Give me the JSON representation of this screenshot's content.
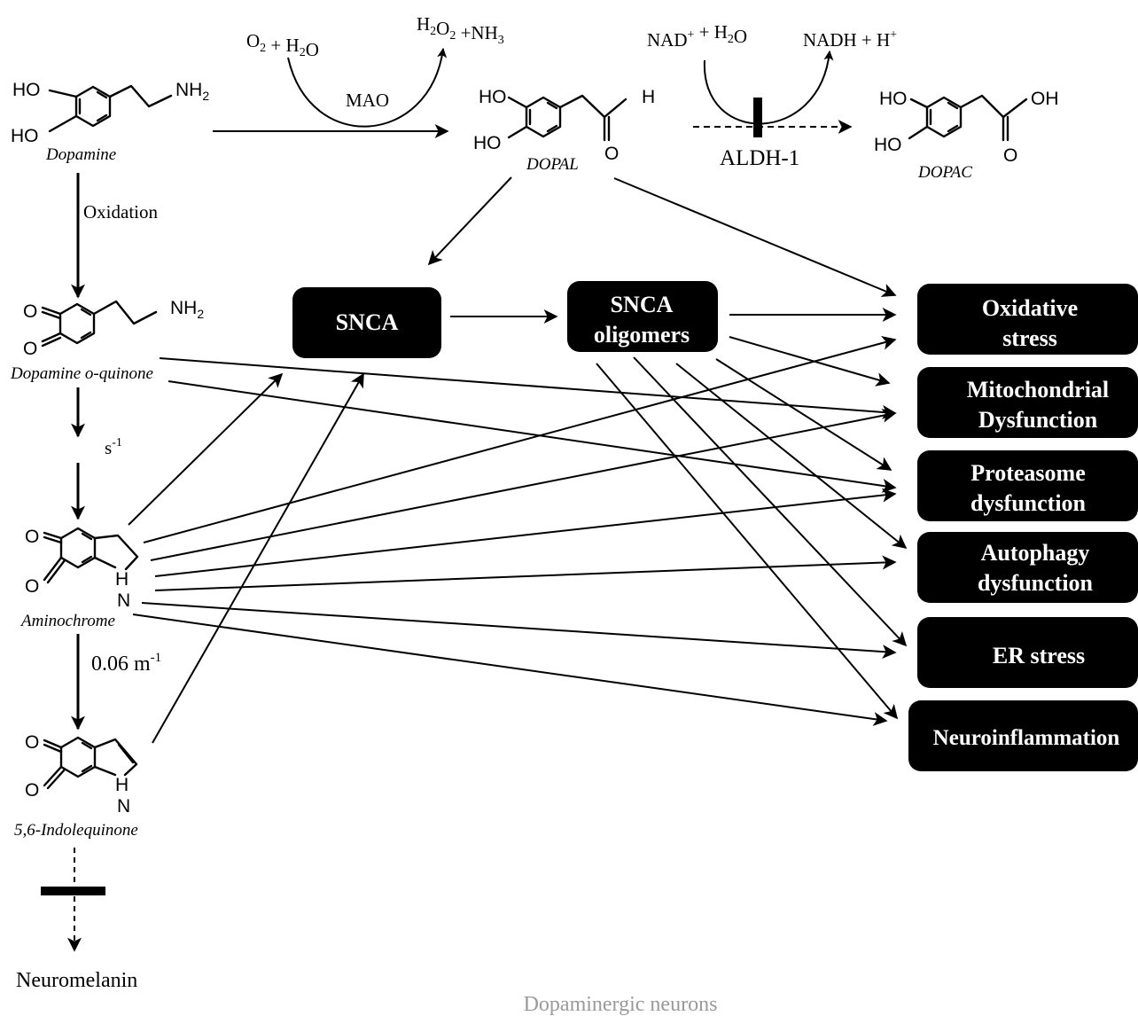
{
  "compounds": {
    "dopamine": "Dopamine",
    "dopal": "DOPAL",
    "dopac": "DOPAC",
    "dopamine_oquinone": "Dopamine o-quinone",
    "aminochrome": "Aminochrome",
    "indolequinone": "5,6-Indolequinone",
    "neuromelanin": "Neuromelanin"
  },
  "reactions": {
    "mao": "MAO",
    "mao_in": "O2 + H2O",
    "mao_out": "H2O2 +NH3",
    "aldh": "ALDH-1",
    "aldh_in": "NAD+ + H2O",
    "aldh_out": "NADH + H+",
    "oxidation": "Oxidation",
    "rate1": "s-1",
    "rate2": "0.06 m-1"
  },
  "atoms": {
    "ho": "HO",
    "nh2": "NH2",
    "h": "H",
    "oh": "OH",
    "o": "O",
    "n": "N"
  },
  "boxes": {
    "snca": "SNCA",
    "snca_oligomers_1": "SNCA",
    "snca_oligomers_2": "oligomers",
    "oxidative_1": "Oxidative",
    "oxidative_2": "stress",
    "mito_1": "Mitochondrial",
    "mito_2": "Dysfunction",
    "proteasome_1": "Proteasome",
    "proteasome_2": "dysfunction",
    "autophagy_1": "Autophagy",
    "autophagy_2": "dysfunction",
    "er": "ER stress",
    "neuroinflammation": "Neuroinflammation"
  },
  "footer": "Dopaminergic neurons",
  "colors": {
    "box_fill": "#000000",
    "box_text": "#ffffff",
    "footer": "#9a9a9a"
  }
}
